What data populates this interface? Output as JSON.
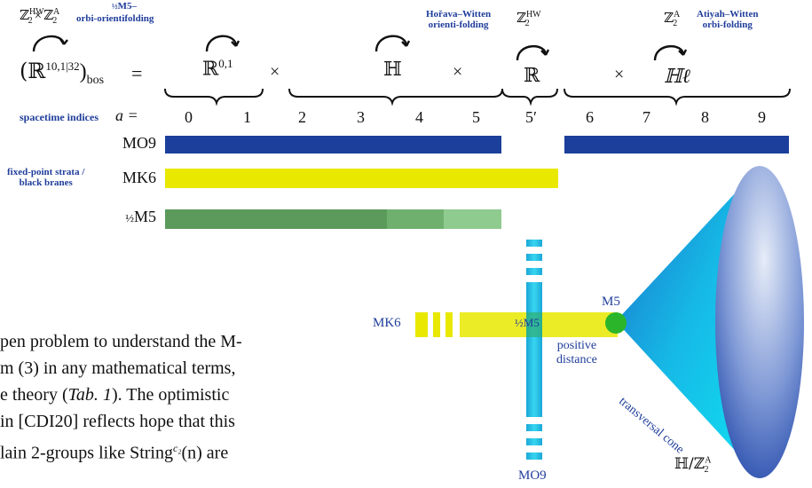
{
  "header": {
    "group_hw": "ℤ",
    "group_hw_sup": "HW",
    "group_hw_sub": "2",
    "times": "×",
    "group_a": "ℤ",
    "group_a_sup": "A",
    "group_a_sub": "2",
    "half_m5_label_frac": "½",
    "half_m5_label_rest": "M5–",
    "orbi_orienti": "orbi-orientifolding",
    "horava_witten_1": "Hořava–Witten",
    "horava_witten_2": "orienti-folding",
    "z2_hw": "ℤ",
    "z2_hw_sup": "HW",
    "z2_hw_sub": "2",
    "z2_a": "ℤ",
    "z2_a_sup": "A",
    "z2_a_sub": "2",
    "atiyah_witten_1": "Atiyah–Witten",
    "atiyah_witten_2": "orbi-folding"
  },
  "equation": {
    "lhs": "(ℝ",
    "lhs_sup": "10,1|32",
    "lhs_close": ")",
    "lhs_sub": "bos",
    "equals": "=",
    "r01": "ℝ",
    "r01_sup": "0,1",
    "times1": "×",
    "H": "ℍ",
    "times2": "×",
    "R": "ℝ",
    "times3": "×",
    "Hl": "ℍℓ"
  },
  "indices": {
    "label": "spacetime indices",
    "symbol": "a =",
    "values": [
      "0",
      "1",
      "2",
      "3",
      "4",
      "5",
      "5′",
      "6",
      "7",
      "8",
      "9"
    ]
  },
  "rows": {
    "mo9": "MO9",
    "mk6": "MK6",
    "strata_1": "fixed-point strata /",
    "strata_2": "black branes",
    "half_m5_frac": "½",
    "half_m5_rest": "M5"
  },
  "diagram": {
    "mk6": "MK6",
    "half_m5": "½M5",
    "m5": "M5",
    "positive": "positive",
    "distance": "distance",
    "transversal": "transversal cone",
    "mo9": "MO9",
    "quotient": "ℍ/ℤ",
    "quotient_sup": "A",
    "quotient_sub": "2"
  },
  "paragraph": {
    "line1": "pen problem to understand the M-",
    "line2": "m (3) in any mathematical terms,",
    "line3_a": "e theory (",
    "line3_tab": "Tab. 1",
    "line3_b": "). The optimistic",
    "line4": " in [CDI20] reflects hope that this",
    "line5_a": "lain 2-groups like String",
    "line5_sup": "c₂",
    "line5_b": "(n) are"
  },
  "colors": {
    "mo9_bar": "#1b3f9a",
    "mk6_bar": "#e8e800",
    "m5_dark": "#5b9a5b",
    "m5_mid": "#6fb06f",
    "m5_light": "#8fca8f",
    "label_blue": "#1f3d9a",
    "cone_cyan": "#14d7ee",
    "cone_blue": "#1f45a8",
    "m5_dot": "#2bb52b"
  }
}
